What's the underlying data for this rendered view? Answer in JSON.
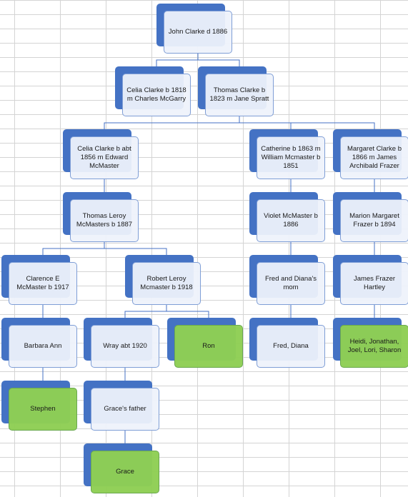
{
  "people": {
    "john": "John Clarke d 1886",
    "celia1": "Celia Clarke b 1818 m Charles McGarry",
    "thomas": "Thomas Clarke b 1823 m Jane Spratt",
    "celia2": "Celia Clarke b abt 1856 m Edward McMaster",
    "catherine": "Catherine b 1863 m William Mcmaster b 1851",
    "margaret": "Margaret Clarke b 1866 m James Archibald Frazer",
    "thomasleroy": "Thomas Leroy McMasters b 1887",
    "violet": "Violet McMaster b 1886",
    "marion": "Marion Margaret Frazer b 1894",
    "clarence": "Clarence E McMaster b 1917",
    "robert": "Robert Leroy Mcmaster b 1918",
    "freddianamom": "Fred and Diana's mom",
    "james": "James Frazer Hartley",
    "barbara": "Barbara Ann",
    "wray": "Wray abt 1920",
    "ron": "Ron",
    "freddiana": "Fred, Diana",
    "heidi": "Heidi, Jonathan, Joel, Lori, Sharon",
    "stephen": "Stephen",
    "gracefather": "Grace's father",
    "grace": "Grace"
  },
  "leaf_nodes": [
    "ron",
    "heidi",
    "stephen",
    "grace"
  ],
  "relationships": [
    [
      "john",
      "celia1"
    ],
    [
      "john",
      "thomas"
    ],
    [
      "thomas",
      "celia2"
    ],
    [
      "thomas",
      "catherine"
    ],
    [
      "thomas",
      "margaret"
    ],
    [
      "celia2",
      "thomasleroy"
    ],
    [
      "catherine",
      "violet"
    ],
    [
      "margaret",
      "marion"
    ],
    [
      "thomasleroy",
      "clarence"
    ],
    [
      "thomasleroy",
      "robert"
    ],
    [
      "violet",
      "freddianamom"
    ],
    [
      "marion",
      "james"
    ],
    [
      "clarence",
      "barbara"
    ],
    [
      "robert",
      "wray"
    ],
    [
      "robert",
      "ron"
    ],
    [
      "freddianamom",
      "freddiana"
    ],
    [
      "james",
      "heidi"
    ],
    [
      "barbara",
      "stephen"
    ],
    [
      "wray",
      "gracefather"
    ],
    [
      "gracefather",
      "grace"
    ]
  ],
  "colors": {
    "node_back": "#4472c4",
    "node_front": "#eef2fb",
    "leaf_front": "#8ece54",
    "connector": "#4472c4",
    "gridline": "#d4d4d4"
  }
}
